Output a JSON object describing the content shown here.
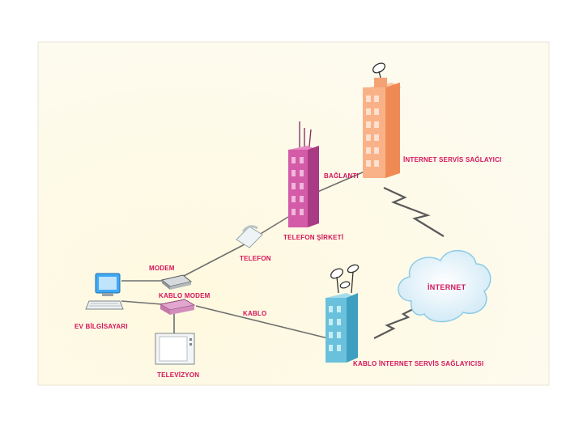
{
  "labels": {
    "isp": "İNTERNET SERVİS SAĞLAYICI",
    "baglanti": "BAĞLANTI",
    "telefon_sirketi": "TELEFON ŞİRKETİ",
    "telefon": "TELEFON",
    "modem": "MODEM",
    "kablo_modem": "KABLO MODEM",
    "kablo": "KABLO",
    "ev_bilgisayari": "EV BİLGİSAYARI",
    "televizyon": "TELEVİZYON",
    "internet": "İNTERNET",
    "kablo_isp": "KABLO İNTERNET SERVİS SAĞLAYICISI"
  },
  "colors": {
    "label": "#d4145a",
    "background": "#fdf9e6",
    "isp_building": "#f7a578",
    "telecom_building": "#d35ba8",
    "cable_isp_building": "#6ac1dc",
    "computer": "#3fa9f5",
    "cloud": "#dff2fb"
  }
}
